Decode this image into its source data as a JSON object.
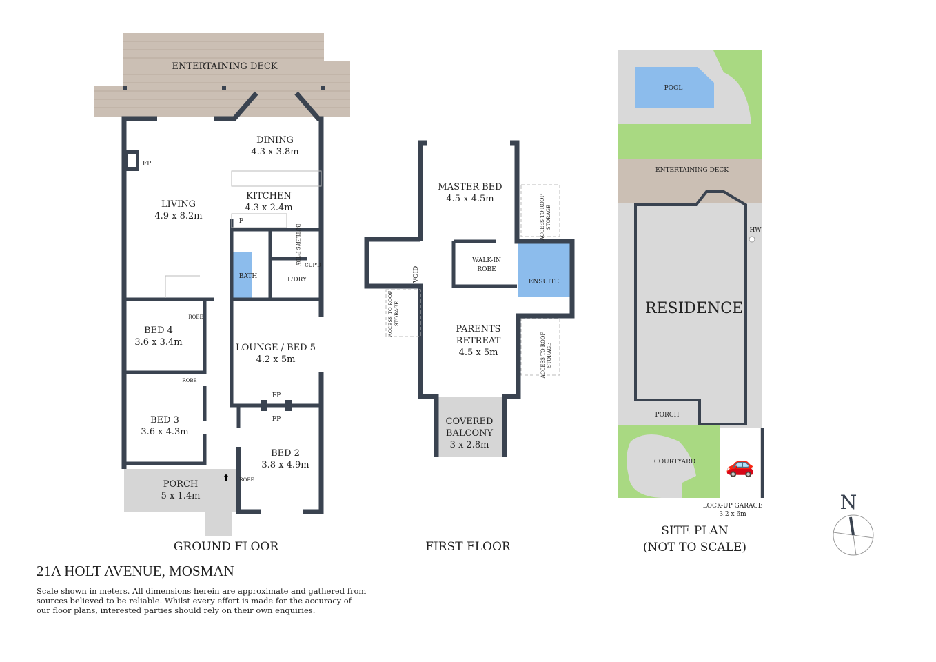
{
  "address": "21A HOLT AVENUE, MOSMAN",
  "disclaimer": "Scale shown in meters. All dimensions herein are approximate and gathered from sources believed to be  reliable. Whilst every effort is made for the accuracy of our floor plans, interested parties should rely on their own enquiries.",
  "colors": {
    "wall": "#3a4350",
    "deck": "#cbbfb4",
    "wet_area": "#8cbcec",
    "paving": "#d6d6d6",
    "garden": "#a9d982",
    "pool": "#8cbcec"
  },
  "ground_floor": {
    "caption": "GROUND FLOOR",
    "deck": "ENTERTAINING DECK",
    "dining": {
      "name": "DINING",
      "size": "4.3 x 3.8m"
    },
    "living": {
      "name": "LIVING",
      "size": "4.9 x 8.2m"
    },
    "kitchen": {
      "name": "KITCHEN",
      "size": "4.3 x 2.4m"
    },
    "fp": "FP",
    "fridge": "F",
    "butlers": "BUTLER'S P'TRY",
    "cupd": "CUP'D",
    "bath": "BATH",
    "laundry": "L'DRY",
    "bed4": {
      "name": "BED 4",
      "size": "3.6 x 3.4m"
    },
    "robe": "ROBE",
    "lounge": {
      "name": "LOUNGE / BED 5",
      "size": "4.2 x 5m"
    },
    "bed3": {
      "name": "BED 3",
      "size": "3.6 x 4.3m"
    },
    "bed2": {
      "name": "BED 2",
      "size": "3.8 x 4.9m"
    },
    "porch": {
      "name": "PORCH",
      "size": "5 x 1.4m"
    }
  },
  "first_floor": {
    "caption": "FIRST FLOOR",
    "master": {
      "name": "MASTER BED",
      "size": "4.5 x 4.5m"
    },
    "walkin": {
      "line1": "WALK-IN",
      "line2": "ROBE"
    },
    "ensuite": "ENSUITE",
    "void": "VOID",
    "roof_access": {
      "line1": "ACCESS TO ROOF",
      "line2": "STORAGE"
    },
    "retreat": {
      "line1": "PARENTS",
      "line2": "RETREAT",
      "size": "4.5 x 5m"
    },
    "balcony": {
      "line1": "COVERED",
      "line2": "BALCONY",
      "size": "3 x 2.8m"
    }
  },
  "site_plan": {
    "caption1": "SITE PLAN",
    "caption2": "(NOT TO SCALE)",
    "pool": "POOL",
    "deck": "ENTERTAINING DECK",
    "hw": "HW",
    "residence": "RESIDENCE",
    "porch": "PORCH",
    "courtyard": "COURTYARD",
    "garage": "LOCK-UP GARAGE",
    "garage_size": "3.2 x 6m"
  },
  "compass": {
    "label": "N"
  }
}
